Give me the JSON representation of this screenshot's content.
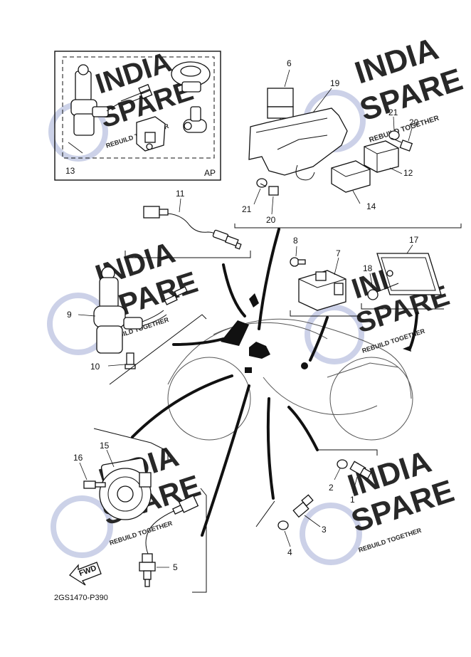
{
  "watermark": {
    "line1": "INDIA",
    "line2": "SPARE",
    "tagline": "REBUILD TOGETHER",
    "colors": {
      "orange": "#f6c9a0",
      "green": "#b9dfc4",
      "blue": "#c7cde6"
    }
  },
  "inset": {
    "callout": "13",
    "tag": "AP"
  },
  "callouts": {
    "c1": "1",
    "c2": "2",
    "c3": "3",
    "c4": "4",
    "c5": "5",
    "c6": "6",
    "c7": "7",
    "c8": "8",
    "c9": "9",
    "c10": "10",
    "c11": "11",
    "c12": "12",
    "c14": "14",
    "c15": "15",
    "c16": "16",
    "c17": "17",
    "c18": "18",
    "c19": "19",
    "c20a": "20",
    "c20b": "20",
    "c21a": "21",
    "c21b": "21"
  },
  "direction_badge": "FWD",
  "figure_code": "2GS1470-P390"
}
